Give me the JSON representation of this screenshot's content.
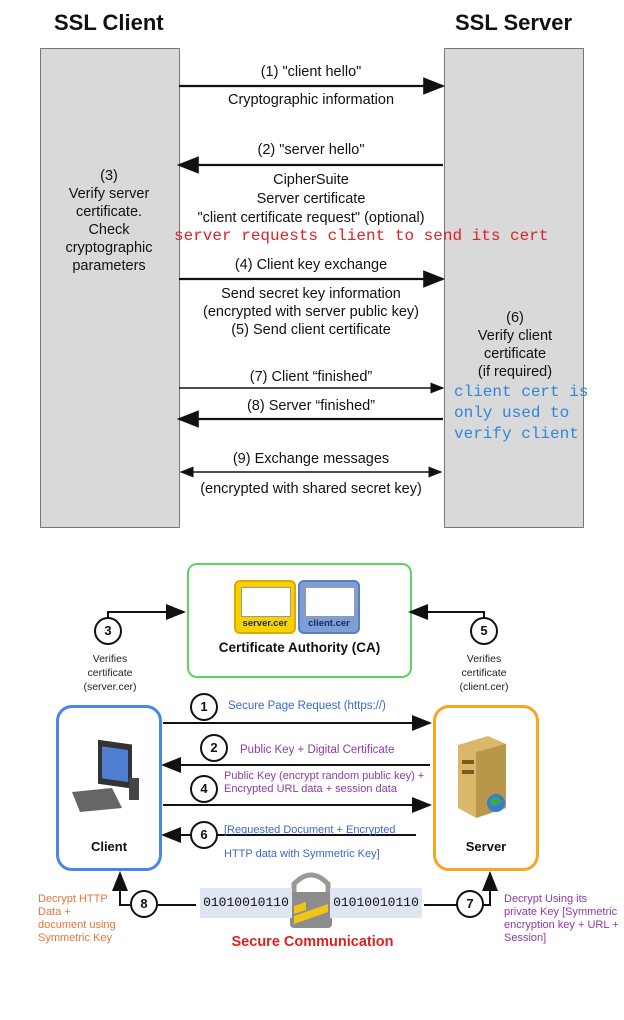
{
  "top": {
    "client_title": "SSL Client",
    "server_title": "SSL Server",
    "client_note": [
      "(3)",
      "Verify server",
      "certificate.",
      "Check",
      "cryptographic",
      "parameters"
    ],
    "server_note": [
      "(6)",
      "Verify client",
      "certificate",
      "(if required)"
    ],
    "messages": [
      {
        "id": "m1",
        "label": "(1) \"client hello\"",
        "detail": [
          "Cryptographic information"
        ]
      },
      {
        "id": "m2",
        "label": "(2) \"server hello\"",
        "detail": [
          "CipherSuite",
          "Server certificate",
          "\"client certificate request\" (optional)"
        ]
      },
      {
        "id": "m4",
        "label": "(4) Client key exchange",
        "detail": [
          "Send secret key information",
          "(encrypted with server public key)",
          "(5) Send client certificate"
        ]
      },
      {
        "id": "m7",
        "label": "(7) Client “finished”",
        "detail": []
      },
      {
        "id": "m8",
        "label": "(8) Server “finished”",
        "detail": []
      },
      {
        "id": "m9",
        "label": "(9) Exchange messages",
        "detail": [
          "(encrypted with shared secret key)"
        ]
      }
    ],
    "annotation_red": "server requests client to send its cert",
    "annotation_blue": [
      "client cert is",
      "only used to",
      "verify client"
    ],
    "colors": {
      "red": "#e0202a",
      "blue": "#2e86de",
      "column": "#d9d9d9"
    }
  },
  "bottom": {
    "ca_title": "Certificate Authority (CA)",
    "server_cert": "server.cer",
    "client_cert": "client.cer",
    "client_label": "Client",
    "server_label": "Server",
    "left_verify": [
      "Verifies",
      "certificate",
      "(server.cer)"
    ],
    "right_verify": [
      "Verifies",
      "certificate",
      "(client.cer)"
    ],
    "steps": [
      {
        "n": "1",
        "text": [
          "Secure Page Request (https://)"
        ]
      },
      {
        "n": "2",
        "text": [
          "Public Key + Digital Certificate"
        ]
      },
      {
        "n": "4",
        "text": [
          "Public Key (encrypt random public key) +",
          "Encrypted URL data + session data"
        ]
      },
      {
        "n": "6",
        "text": [
          "[Requested Document + Encrypted",
          "HTTP data with Symmetric Key]"
        ]
      }
    ],
    "n3": "3",
    "n5": "5",
    "n7": "7",
    "n8": "8",
    "left_bottom_note": [
      "Decrypt HTTP",
      "Data +",
      "document using",
      "Symmetric Key"
    ],
    "right_bottom_note": [
      "Decrypt Using its",
      "private Key [Symmetric",
      "encryption key + URL +",
      "Session]"
    ],
    "binary_left": "01010010110",
    "binary_right": "01010010110",
    "secure_comm": "Secure Communication",
    "colors": {
      "ca_border": "#5fd35f",
      "client_border": "#4a86e8",
      "server_border": "#f5a623",
      "purple": "#8e3aa8",
      "blue": "#3b68c9",
      "orange": "#e8733d",
      "red": "#e02020"
    }
  }
}
